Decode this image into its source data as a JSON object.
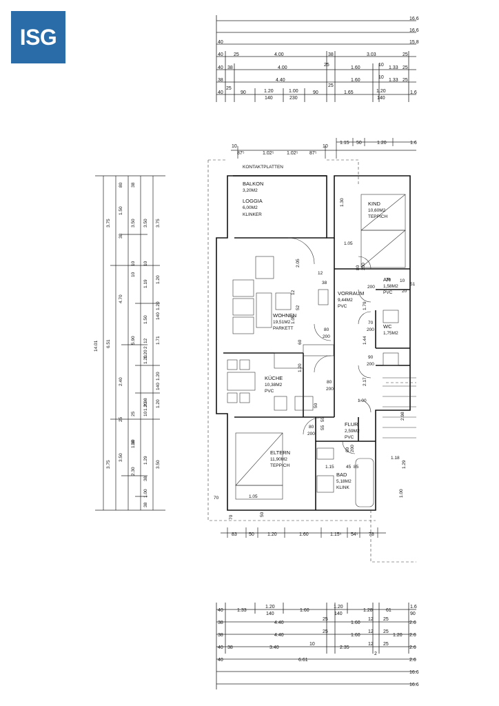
{
  "logo": {
    "text": "ISG",
    "color": "#2a6ca7"
  },
  "plan": {
    "header_cutoff": "",
    "kontakt_label": "KONTAKTPLATTEN",
    "rooms": {
      "balkon": {
        "name": "BALKON",
        "area": "3,20M2"
      },
      "loggia": {
        "name": "LOGGIA",
        "area": "6,00M2",
        "floor": "KLINKER"
      },
      "kind": {
        "name": "KIND",
        "area": "10,60M2",
        "floor": "TEPPICH"
      },
      "wohnen": {
        "name": "WOHNEN",
        "area": "19,51M2",
        "floor": "PARKETT"
      },
      "vorraum": {
        "name": "VORRAUM",
        "area": "9,44M2",
        "floor": "PVC"
      },
      "ar": {
        "name": "AR",
        "area": "1,58M2",
        "floor": "PVC"
      },
      "wc": {
        "name": "WC",
        "area": "1,75M2"
      },
      "kueche": {
        "name": "KÜCHE",
        "area": "10,38M2",
        "floor": "PVC"
      },
      "flur": {
        "name": "FLUR",
        "area": "2,59M2",
        "floor": "PVC"
      },
      "eltern": {
        "name": "ELTERN",
        "area": "11,90M2",
        "floor": "TEPPICH"
      },
      "bad": {
        "name": "BAD",
        "area": "5,18M2",
        "floor": "KLINK"
      }
    },
    "top_rows": [
      {
        "right": "16.6"
      },
      {
        "right": "16.6"
      },
      {
        "left": "40",
        "right": "15.8"
      },
      {
        "left": "40",
        "a": "25",
        "b": "4.00",
        "c": "38",
        "d": "3.03",
        "e": "25"
      },
      {
        "left": "40",
        "a": "38",
        "b": "4.00",
        "c": "25",
        "d": "1.60",
        "e": "10",
        "f": "1.33",
        "g": "25"
      },
      {
        "left": "38",
        "b": "4.40",
        "c": "25",
        "d": "1.60",
        "e": "10",
        "f": "1.33",
        "g": "25"
      },
      {
        "left": "40",
        "a": "25",
        "b": "90",
        "c": "1.20",
        "c2": "140",
        "d": "1.00",
        "d2": "230",
        "e": "90",
        "f": "1.65",
        "g": "1.20",
        "g2": "140",
        "h": "1.6"
      }
    ],
    "upper_dims": [
      "10",
      "87⁵",
      "1.02⁵",
      "1.02⁵",
      "87⁵",
      "10",
      "1.15",
      "50",
      "1.20",
      "1.6"
    ],
    "left_dims_outer": [
      "3.75",
      "4.70",
      "6.51",
      "2.40",
      "3.50",
      "3.75",
      "14.01"
    ],
    "left_dims_mid": [
      "80",
      "1.50",
      "38",
      "3.50",
      "10",
      "1.19",
      "1.50",
      "10",
      "12",
      "2",
      "1.20",
      "10",
      "1.20",
      "2.98",
      "1.10",
      "10",
      "1.29",
      "38",
      "1.00",
      "38"
    ],
    "left_dims_inner": [
      "38",
      "3.50",
      "10",
      "1.20",
      "1.20",
      "1.20",
      "140",
      "1.20",
      "140",
      "1.71",
      "1.20",
      "3.75",
      "5.90",
      "25",
      "25",
      "2.30",
      "3.50"
    ],
    "interior_dims": [
      "2.05",
      "12",
      "38",
      "12",
      "1.05",
      "52",
      "1.30",
      "1.05",
      "80",
      "200",
      "70",
      "200",
      "10",
      "20",
      "1.79",
      "70",
      "200",
      "1.44",
      "80",
      "200",
      "80",
      "200",
      "60",
      "1.20",
      "2.17",
      "90",
      "200",
      "1.00",
      "80",
      "200",
      "55",
      "55",
      "50",
      "80",
      "200",
      "1.15",
      "45",
      "85",
      "1.18",
      "1.29",
      "1.00",
      "70",
      "1.05",
      "50",
      "70",
      "2.98",
      "51"
    ],
    "bottom_dims": [
      "83",
      "50",
      "1.20",
      "1.60",
      "1.15⁵",
      "54⁵",
      "78"
    ],
    "bottom_rows": [
      {
        "left": "40",
        "a": "1.33",
        "b": "1.20",
        "b2": "140",
        "c": "1.60",
        "d": "1.20",
        "d2": "140",
        "e": "1.28",
        "f": "61",
        "g": "1.6",
        "g2": "90"
      },
      {
        "left": "38",
        "a": "4.40",
        "b": "25",
        "c": "1.60",
        "d": "12",
        "e": "25",
        "f": "2.6"
      },
      {
        "left": "38",
        "a": "4.40",
        "b": "25",
        "c": "1.60",
        "d": "12",
        "e": "25",
        "f": "1.20",
        "g": "2.6"
      },
      {
        "left": "40",
        "a": "38",
        "b": "3.40",
        "c": "10",
        "d": "2.35",
        "e": "12",
        "f": "25",
        "g": "2.6",
        "h": "2"
      },
      {
        "left": "40",
        "a": "6.61",
        "b": "2.6"
      },
      {
        "right": "16.6"
      },
      {
        "right": "16.6"
      }
    ]
  }
}
